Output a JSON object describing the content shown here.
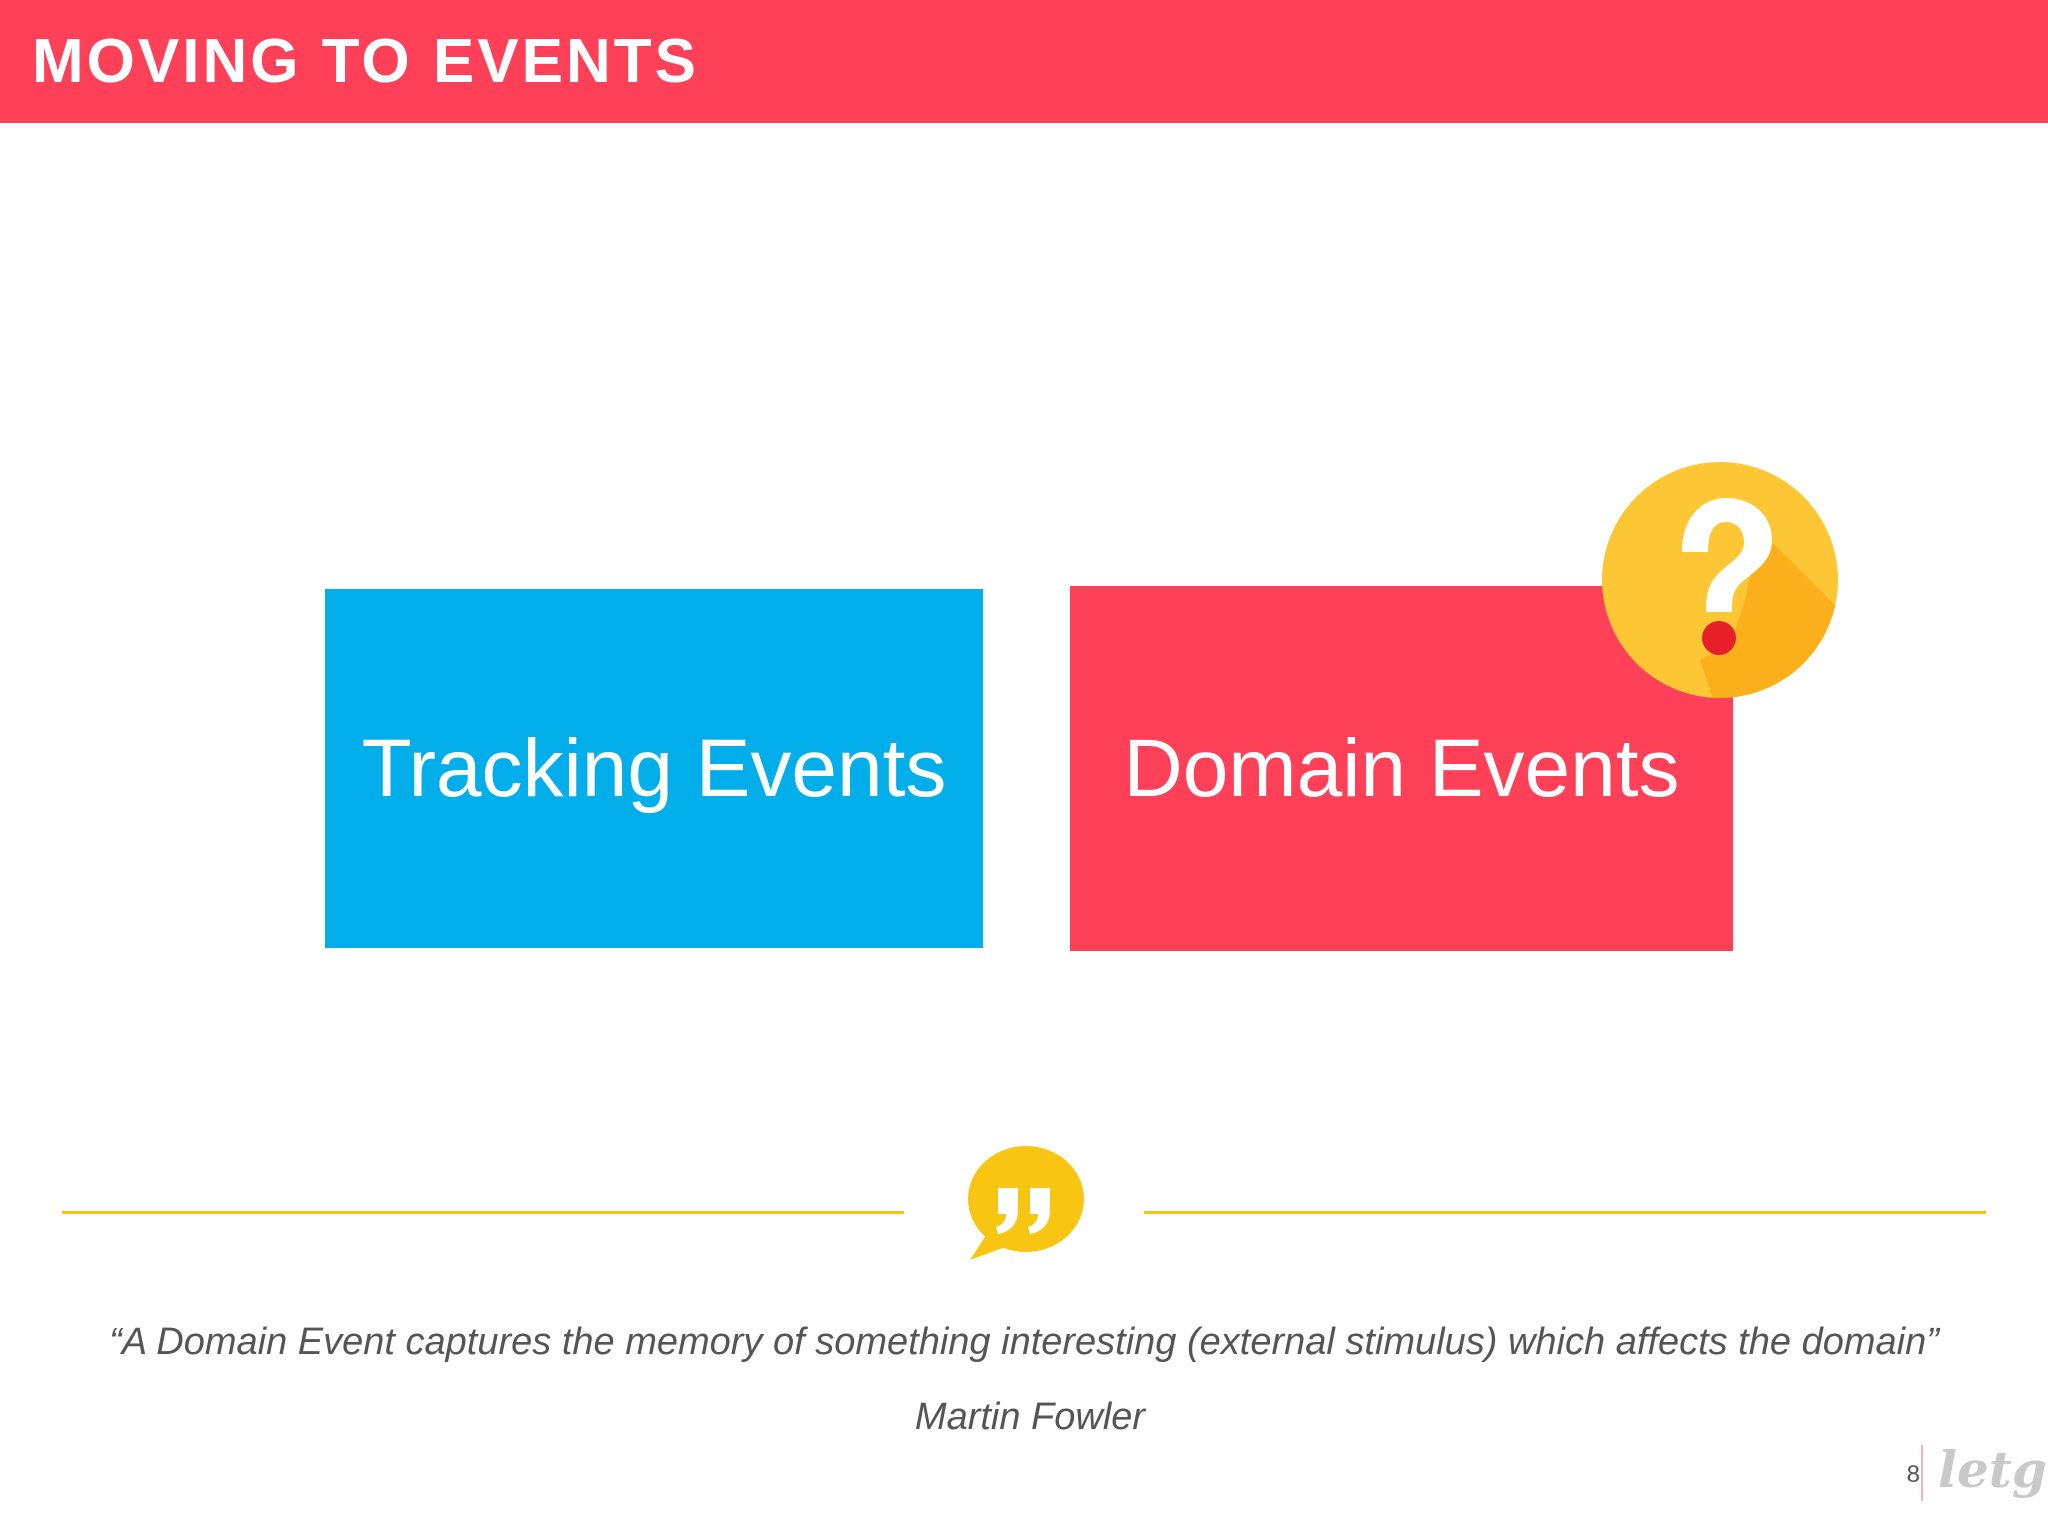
{
  "header": {
    "title": "MOVING TO EVENTS"
  },
  "cards": {
    "tracking": {
      "label": "Tracking Events",
      "color": "#02aeea"
    },
    "domain": {
      "label": "Domain Events",
      "color": "#fe4059"
    }
  },
  "badge": {
    "icon": "question-mark-icon",
    "colors": {
      "circle": "#fdc634",
      "shadow": "#fbaf1b",
      "mark": "#ffffff",
      "dot": "#e8202a"
    }
  },
  "quote": {
    "icon": "quote-bubble-icon",
    "text": "“A Domain Event captures the memory of something interesting (external stimulus) which affects the domain”",
    "author": "Martin Fowler",
    "accent_color": "#f9c513"
  },
  "footer": {
    "page_number": "8",
    "brand": "letgo"
  },
  "theme": {
    "primary": "#fe4059",
    "secondary": "#02aeea",
    "text": "#555555"
  }
}
